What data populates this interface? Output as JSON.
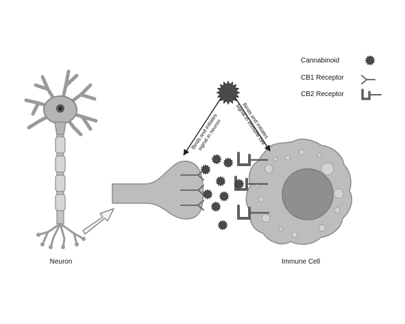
{
  "legend": {
    "cannabinoid_label": "Cannabinoid",
    "cb1_label": "CB1 Receptor",
    "cb2_label": "CB2 Receptor"
  },
  "arrows": {
    "neuron_signal": "Binds and initiates signal in neuron",
    "immune_signal": "Binds and initiates signal in immune cell"
  },
  "labels": {
    "neuron": "Neuron",
    "immune_cell": "Immune Cell"
  },
  "colors": {
    "neuron_fill": "#b9b9b9",
    "neuron_stroke": "#8a8a8a",
    "cannabinoid": "#4a4a4a",
    "receptor": "#6b6b6b",
    "immune_cell": "#bdbdbd",
    "nucleus": "#8f8f8f"
  }
}
